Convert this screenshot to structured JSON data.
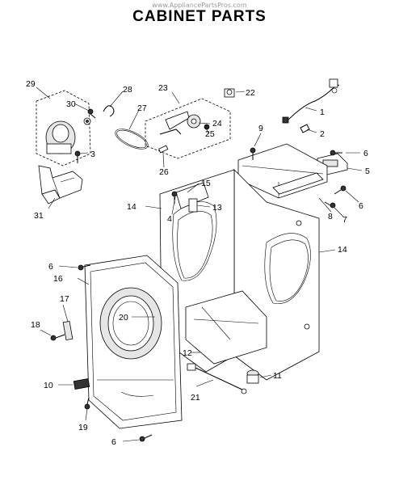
{
  "watermark": "www.AppliancePartsPros.com",
  "title": "CABINET PARTS",
  "callouts": {
    "c1": "1",
    "c2": "2",
    "c3": "3",
    "c4": "4",
    "c5": "5",
    "c6a": "6",
    "c6b": "6",
    "c6c": "6",
    "c6d": "6",
    "c7": "7",
    "c8": "8",
    "c9": "9",
    "c10": "10",
    "c11": "11",
    "c12": "12",
    "c13": "13",
    "c14a": "14",
    "c14b": "14",
    "c15": "15",
    "c16": "16",
    "c17": "17",
    "c18": "18",
    "c19": "19",
    "c20": "20",
    "c21": "21",
    "c22": "22",
    "c23": "23",
    "c24": "24",
    "c25": "25",
    "c26": "26",
    "c27": "27",
    "c28": "28",
    "c29": "29",
    "c30": "30",
    "c31": "31"
  }
}
